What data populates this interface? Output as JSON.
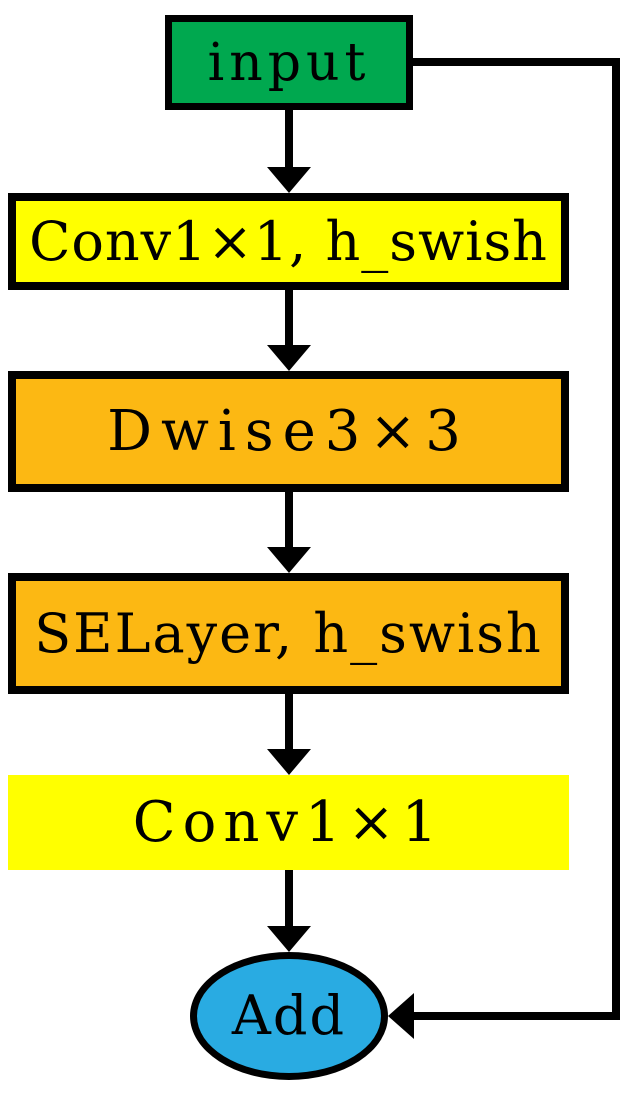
{
  "diagram": {
    "type": "flowchart",
    "background": "#ffffff",
    "line_color": "#000000",
    "nodes": [
      {
        "id": "input",
        "label": "input",
        "shape": "rect",
        "fill": "#00A84F",
        "border": "#000000"
      },
      {
        "id": "conv_expand",
        "label": "Conv1×1, h_swish",
        "shape": "rect",
        "fill": "#FFFF00",
        "border": "#000000"
      },
      {
        "id": "dwise",
        "label": "Dwise3×3",
        "shape": "rect",
        "fill": "#FCB813",
        "border": "#000000"
      },
      {
        "id": "selayer",
        "label": "SELayer, h_swish",
        "shape": "rect",
        "fill": "#FCB813",
        "border": "#000000"
      },
      {
        "id": "conv_project",
        "label": "Conv1×1",
        "shape": "rect",
        "fill": "#FFFF00",
        "border": "none"
      },
      {
        "id": "add",
        "label": "Add",
        "shape": "ellipse",
        "fill": "#29ABE2",
        "border": "#000000"
      }
    ],
    "edges": [
      {
        "from": "input",
        "to": "conv_expand",
        "type": "arrow-down"
      },
      {
        "from": "conv_expand",
        "to": "dwise",
        "type": "arrow-down"
      },
      {
        "from": "dwise",
        "to": "selayer",
        "type": "arrow-down"
      },
      {
        "from": "selayer",
        "to": "conv_project",
        "type": "arrow-down"
      },
      {
        "from": "conv_project",
        "to": "add",
        "type": "arrow-down"
      },
      {
        "from": "input",
        "to": "add",
        "type": "skip-connection-arrow-left"
      }
    ]
  }
}
